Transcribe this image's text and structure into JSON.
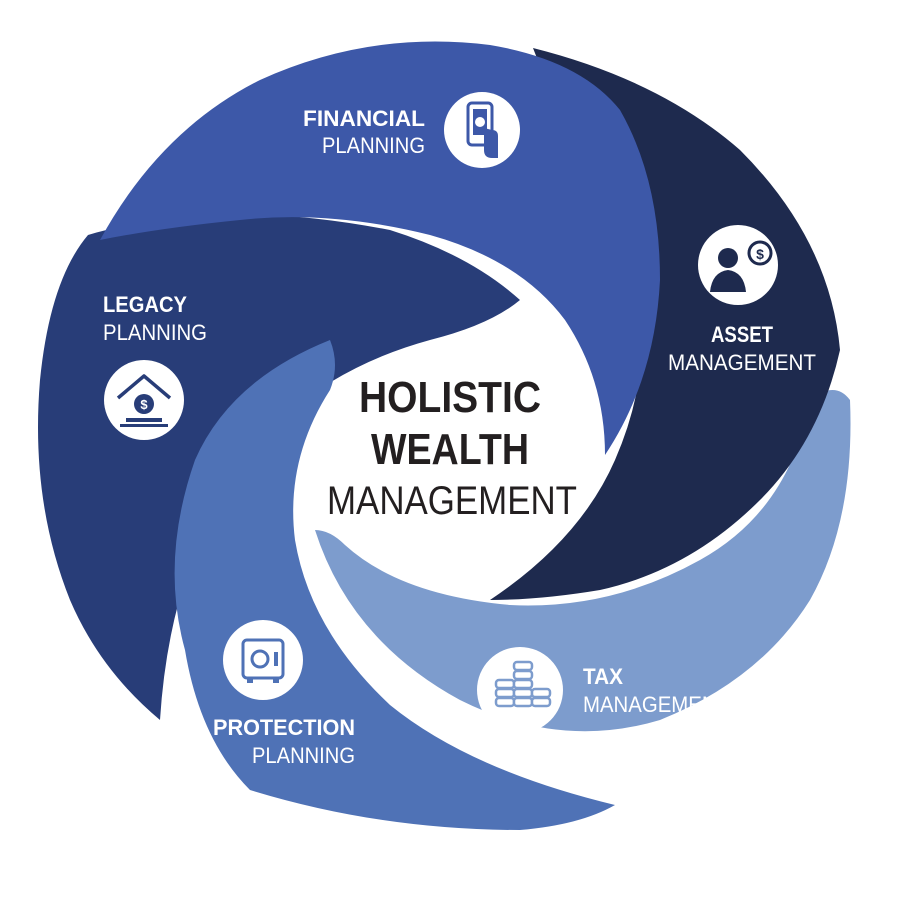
{
  "center": {
    "line1": "HOLISTIC",
    "line2": "WEALTH",
    "line3": "MANAGEMENT"
  },
  "segments": {
    "financial": {
      "bold": "FINANCIAL",
      "light": "PLANNING",
      "color": "#3d58a8",
      "icon": "mobile-payment-icon"
    },
    "asset": {
      "bold": "ASSET",
      "light": "MANAGEMENT",
      "color": "#1e2a4e",
      "icon": "advisor-dollar-icon"
    },
    "tax": {
      "bold": "TAX",
      "light": "MANAGEMENT",
      "color": "#7d9ccd",
      "icon": "coin-stacks-icon"
    },
    "protection": {
      "bold": "PROTECTION",
      "light": "PLANNING",
      "color": "#4f72b6",
      "icon": "safe-icon"
    },
    "legacy": {
      "bold": "LEGACY",
      "light": "PLANNING",
      "color": "#283d78",
      "icon": "house-dollar-icon"
    }
  }
}
